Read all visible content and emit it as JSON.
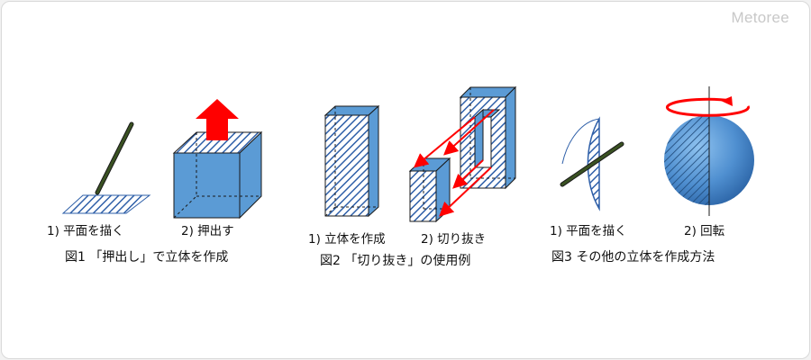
{
  "brand": "Metoree",
  "figures": [
    {
      "caption": "図1 「押出し」で立体を作成",
      "steps": [
        "1) 平面を描く",
        "2) 押出す"
      ]
    },
    {
      "caption": "図2 「切り抜き」の使用例",
      "steps": [
        "1) 立体を作成",
        "2) 切り抜き"
      ]
    },
    {
      "caption": "図3 その他の立体を作成方法",
      "steps": [
        "1) 平面を描く",
        "2) 回転"
      ]
    }
  ],
  "colors": {
    "fill_blue": "#5b9bd5",
    "hatch_blue": "#2e5fa8",
    "outline": "#1a1a1a",
    "arrow_red": "#ff0000",
    "pencil": "#3a5222"
  }
}
